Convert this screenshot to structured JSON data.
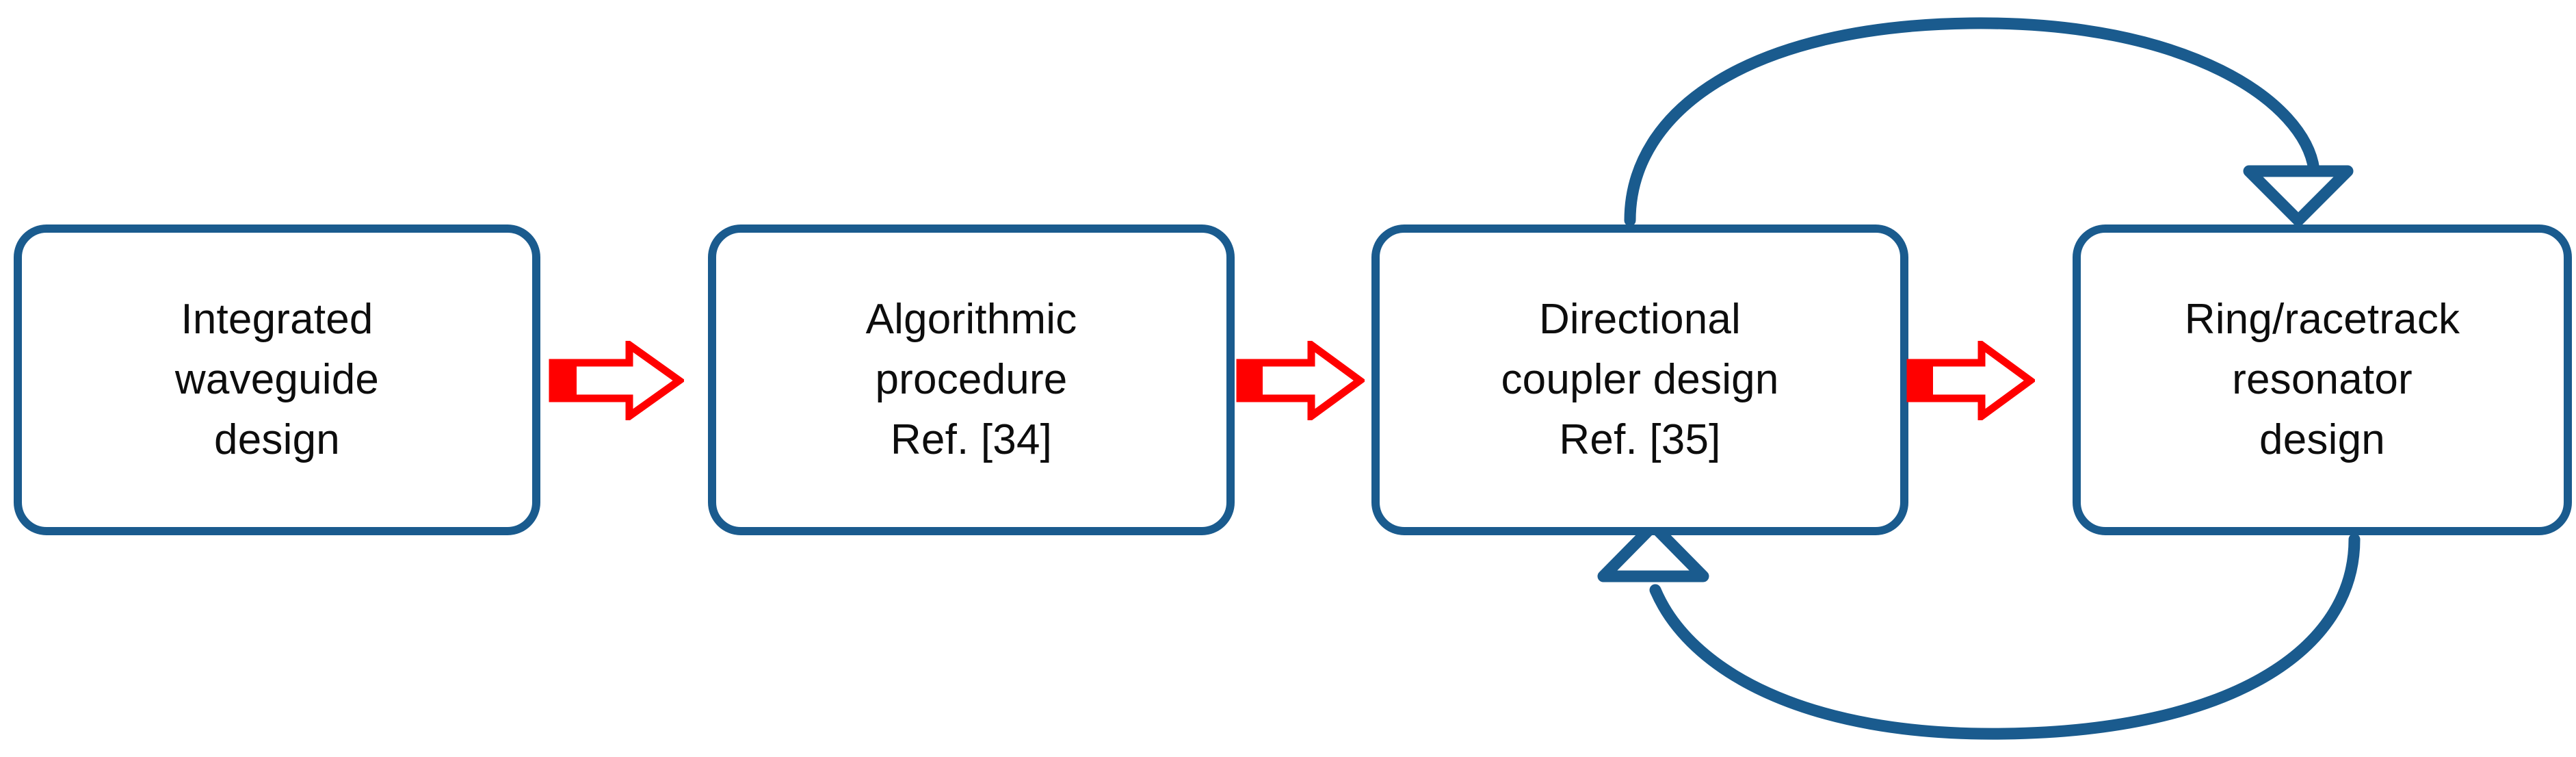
{
  "diagram": {
    "type": "flowchart",
    "orientation": "horizontal",
    "background_color": "#ffffff",
    "node_border_color": "#1a5b8e",
    "node_fill_color": "#ffffff",
    "node_text_color": "#0d0d0d",
    "connector_arrow_color": "#ff0000",
    "feedback_arrow_color": "#1a5b8e",
    "nodes": [
      {
        "id": "integrated-waveguide-design",
        "lines": [
          "Integrated",
          "waveguide",
          "design"
        ]
      },
      {
        "id": "algorithmic-procedure",
        "lines": [
          "Algorithmic",
          "procedure",
          "Ref. [34]"
        ]
      },
      {
        "id": "directional-coupler-design",
        "lines": [
          "Directional",
          "coupler design",
          "Ref. [35]"
        ]
      },
      {
        "id": "ring-racetrack-resonator-design",
        "lines": [
          "Ring/racetrack",
          "resonator",
          "design"
        ]
      }
    ],
    "connectors": [
      {
        "id": "arrow-1-to-2",
        "from": "integrated-waveguide-design",
        "to": "algorithmic-procedure",
        "style": "red-block-arrow",
        "direction": "right"
      },
      {
        "id": "arrow-2-to-3",
        "from": "algorithmic-procedure",
        "to": "directional-coupler-design",
        "style": "red-block-arrow",
        "direction": "right"
      },
      {
        "id": "arrow-3-to-4",
        "from": "directional-coupler-design",
        "to": "ring-racetrack-resonator-design",
        "style": "red-block-arrow",
        "direction": "right"
      }
    ],
    "feedback_loops": [
      {
        "id": "top-curved-arrow",
        "from": "directional-coupler-design",
        "to": "ring-racetrack-resonator-design",
        "style": "blue-curved-arrow",
        "arrowhead": "hollow-triangle",
        "position": "above",
        "direction": "down-right"
      },
      {
        "id": "bottom-curved-arrow",
        "from": "ring-racetrack-resonator-design",
        "to": "directional-coupler-design",
        "style": "blue-curved-arrow",
        "arrowhead": "hollow-triangle",
        "position": "below",
        "direction": "up-left"
      }
    ]
  }
}
